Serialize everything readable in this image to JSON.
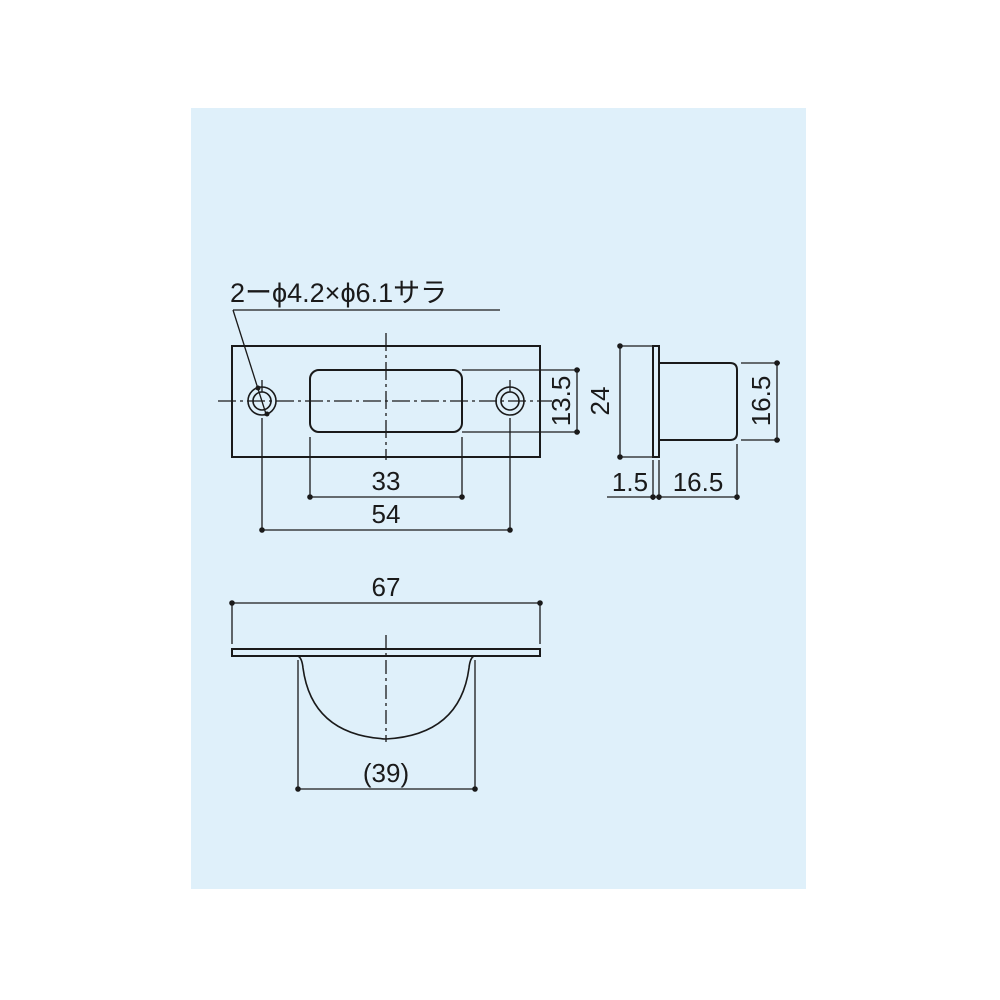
{
  "colors": {
    "background": "#ffffff",
    "panel": "#dff0fa",
    "line": "#1a1a1a"
  },
  "front_view": {
    "hole_callout": "2ーϕ4.2×ϕ6.1サラ",
    "dim_slot_width": "33",
    "dim_hole_pitch": "54",
    "dim_slot_height": "13.5",
    "dim_plate_height": "24"
  },
  "side_view": {
    "dim_plate_thickness": "1.5",
    "dim_body_depth": "16.5",
    "dim_body_height": "16.5"
  },
  "bottom_view": {
    "dim_overall_length": "67",
    "dim_cup_width": "(39)"
  }
}
